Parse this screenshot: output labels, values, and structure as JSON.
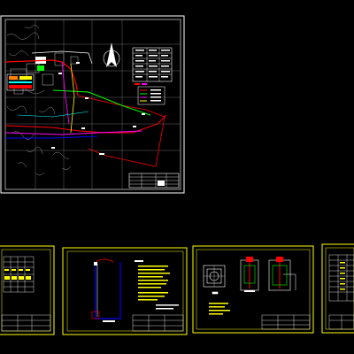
{
  "window": {
    "title": ""
  },
  "colors": {
    "background": "#000000",
    "frame_main": "#ffffff",
    "frame_sheet": "#ffff00",
    "route_red": "#ff0000",
    "route_green": "#00ff00",
    "route_magenta": "#ff00ff",
    "route_blue": "#0000ff",
    "site_gray": "#808080",
    "text_white": "#ffffff"
  },
  "sheets": [
    {
      "name": "site-plan-sheet",
      "kind": "layout-plan",
      "text_lines": []
    },
    {
      "name": "sheet-1",
      "kind": "schedule-table",
      "text_lines": []
    },
    {
      "name": "sheet-2",
      "kind": "profile-and-notes",
      "text_lines": []
    },
    {
      "name": "sheet-3",
      "kind": "detail-drawings",
      "text_lines": []
    },
    {
      "name": "sheet-4",
      "kind": "table",
      "text_lines": []
    }
  ],
  "north_arrow": {
    "symbol": "N"
  }
}
